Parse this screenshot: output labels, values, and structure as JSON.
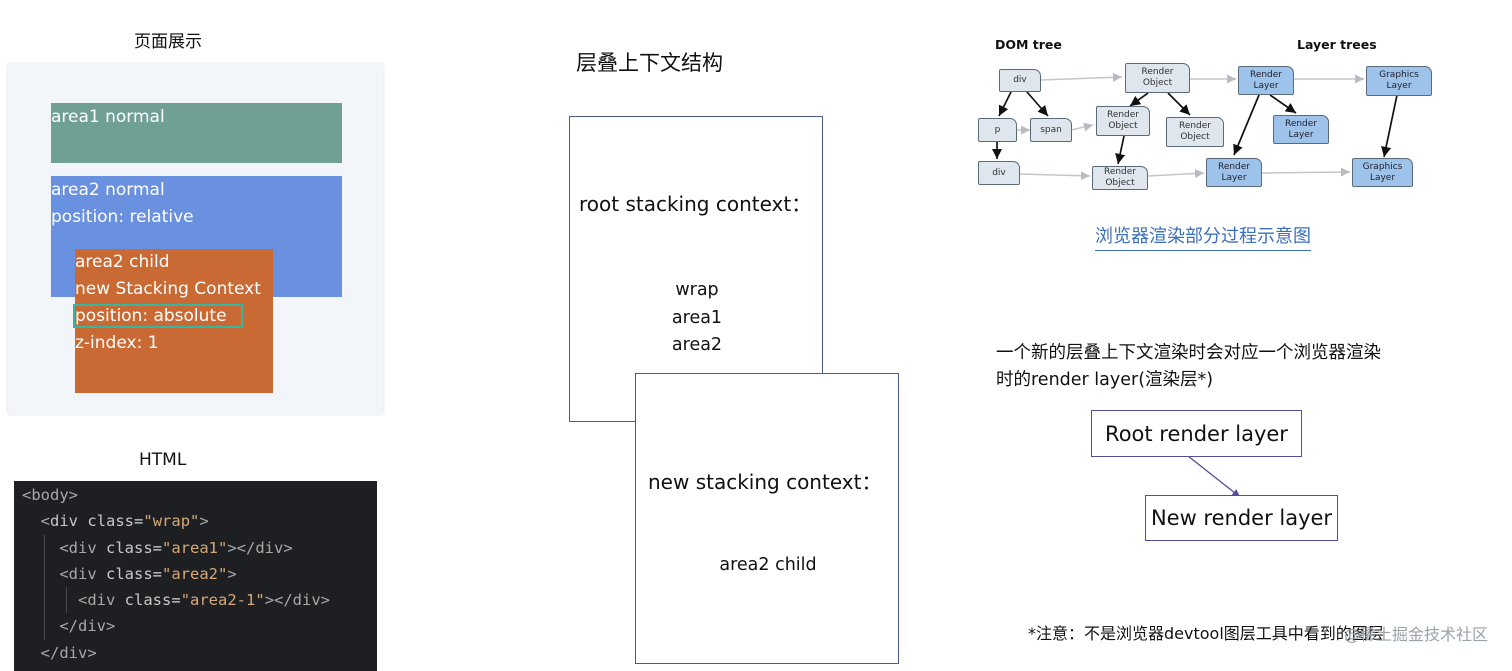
{
  "left": {
    "page_title": "页面展示",
    "area1_text": "area1 normal",
    "area2_line1": "area2 normal",
    "area2_line2": "position: relative",
    "child_line1": "area2 child",
    "child_line2": "new Stacking Context",
    "child_line3": "position: absolute",
    "child_line4": "z-index: 1",
    "html_title": "HTML",
    "code": {
      "body_open": "<body>",
      "div_wrap_tag": "div",
      "class_attr": "class",
      "wrap_val": "\"wrap\"",
      "area1_val": "\"area1\"",
      "area2_val": "\"area2\"",
      "area21_val": "\"area2-1\"",
      "div_close": "</div>"
    }
  },
  "middle": {
    "title": "层叠上下文结构",
    "root_label": "root stacking context：",
    "root_items": [
      "wrap",
      "area1",
      "area2"
    ],
    "new_label": "new stacking context：",
    "new_item": "area2 child"
  },
  "right": {
    "dom_tree_label": "DOM tree",
    "layer_trees_label": "Layer trees",
    "nodes": {
      "div1": "div",
      "p": "p",
      "span": "span",
      "div2": "div",
      "ro1": "Render Object",
      "ro2": "Render Object",
      "ro3": "Render Object",
      "ro4": "Render Object",
      "rl1": "Render Layer",
      "rl2": "Render Layer",
      "rl3": "Render Layer",
      "gl1": "Graphics Layer",
      "gl2": "Graphics Layer"
    },
    "caption": "浏览器渲染部分过程示意图",
    "note_line1": "一个新的层叠上下文渲染时会对应一个浏览器渲染",
    "note_line2": "时的render layer(渲染层*)",
    "root_render_layer": "Root render layer",
    "new_render_layer": "New render layer",
    "footnote": "*注意：不是浏览器devtool图层工具中看到的图层",
    "watermark": "@稀土掘金技术社区"
  },
  "colors": {
    "area1": "#6f9f95",
    "area2": "#6a91df",
    "child": "#c96a34",
    "highlight": "#34b6a0",
    "code_bg": "#1e1f23",
    "string": "#d7a877",
    "caption": "#3c6fbe",
    "render_layer_border": "#5a4a9a",
    "node_blue": "#9ec3ea",
    "node_grey": "#dfe6ee"
  }
}
